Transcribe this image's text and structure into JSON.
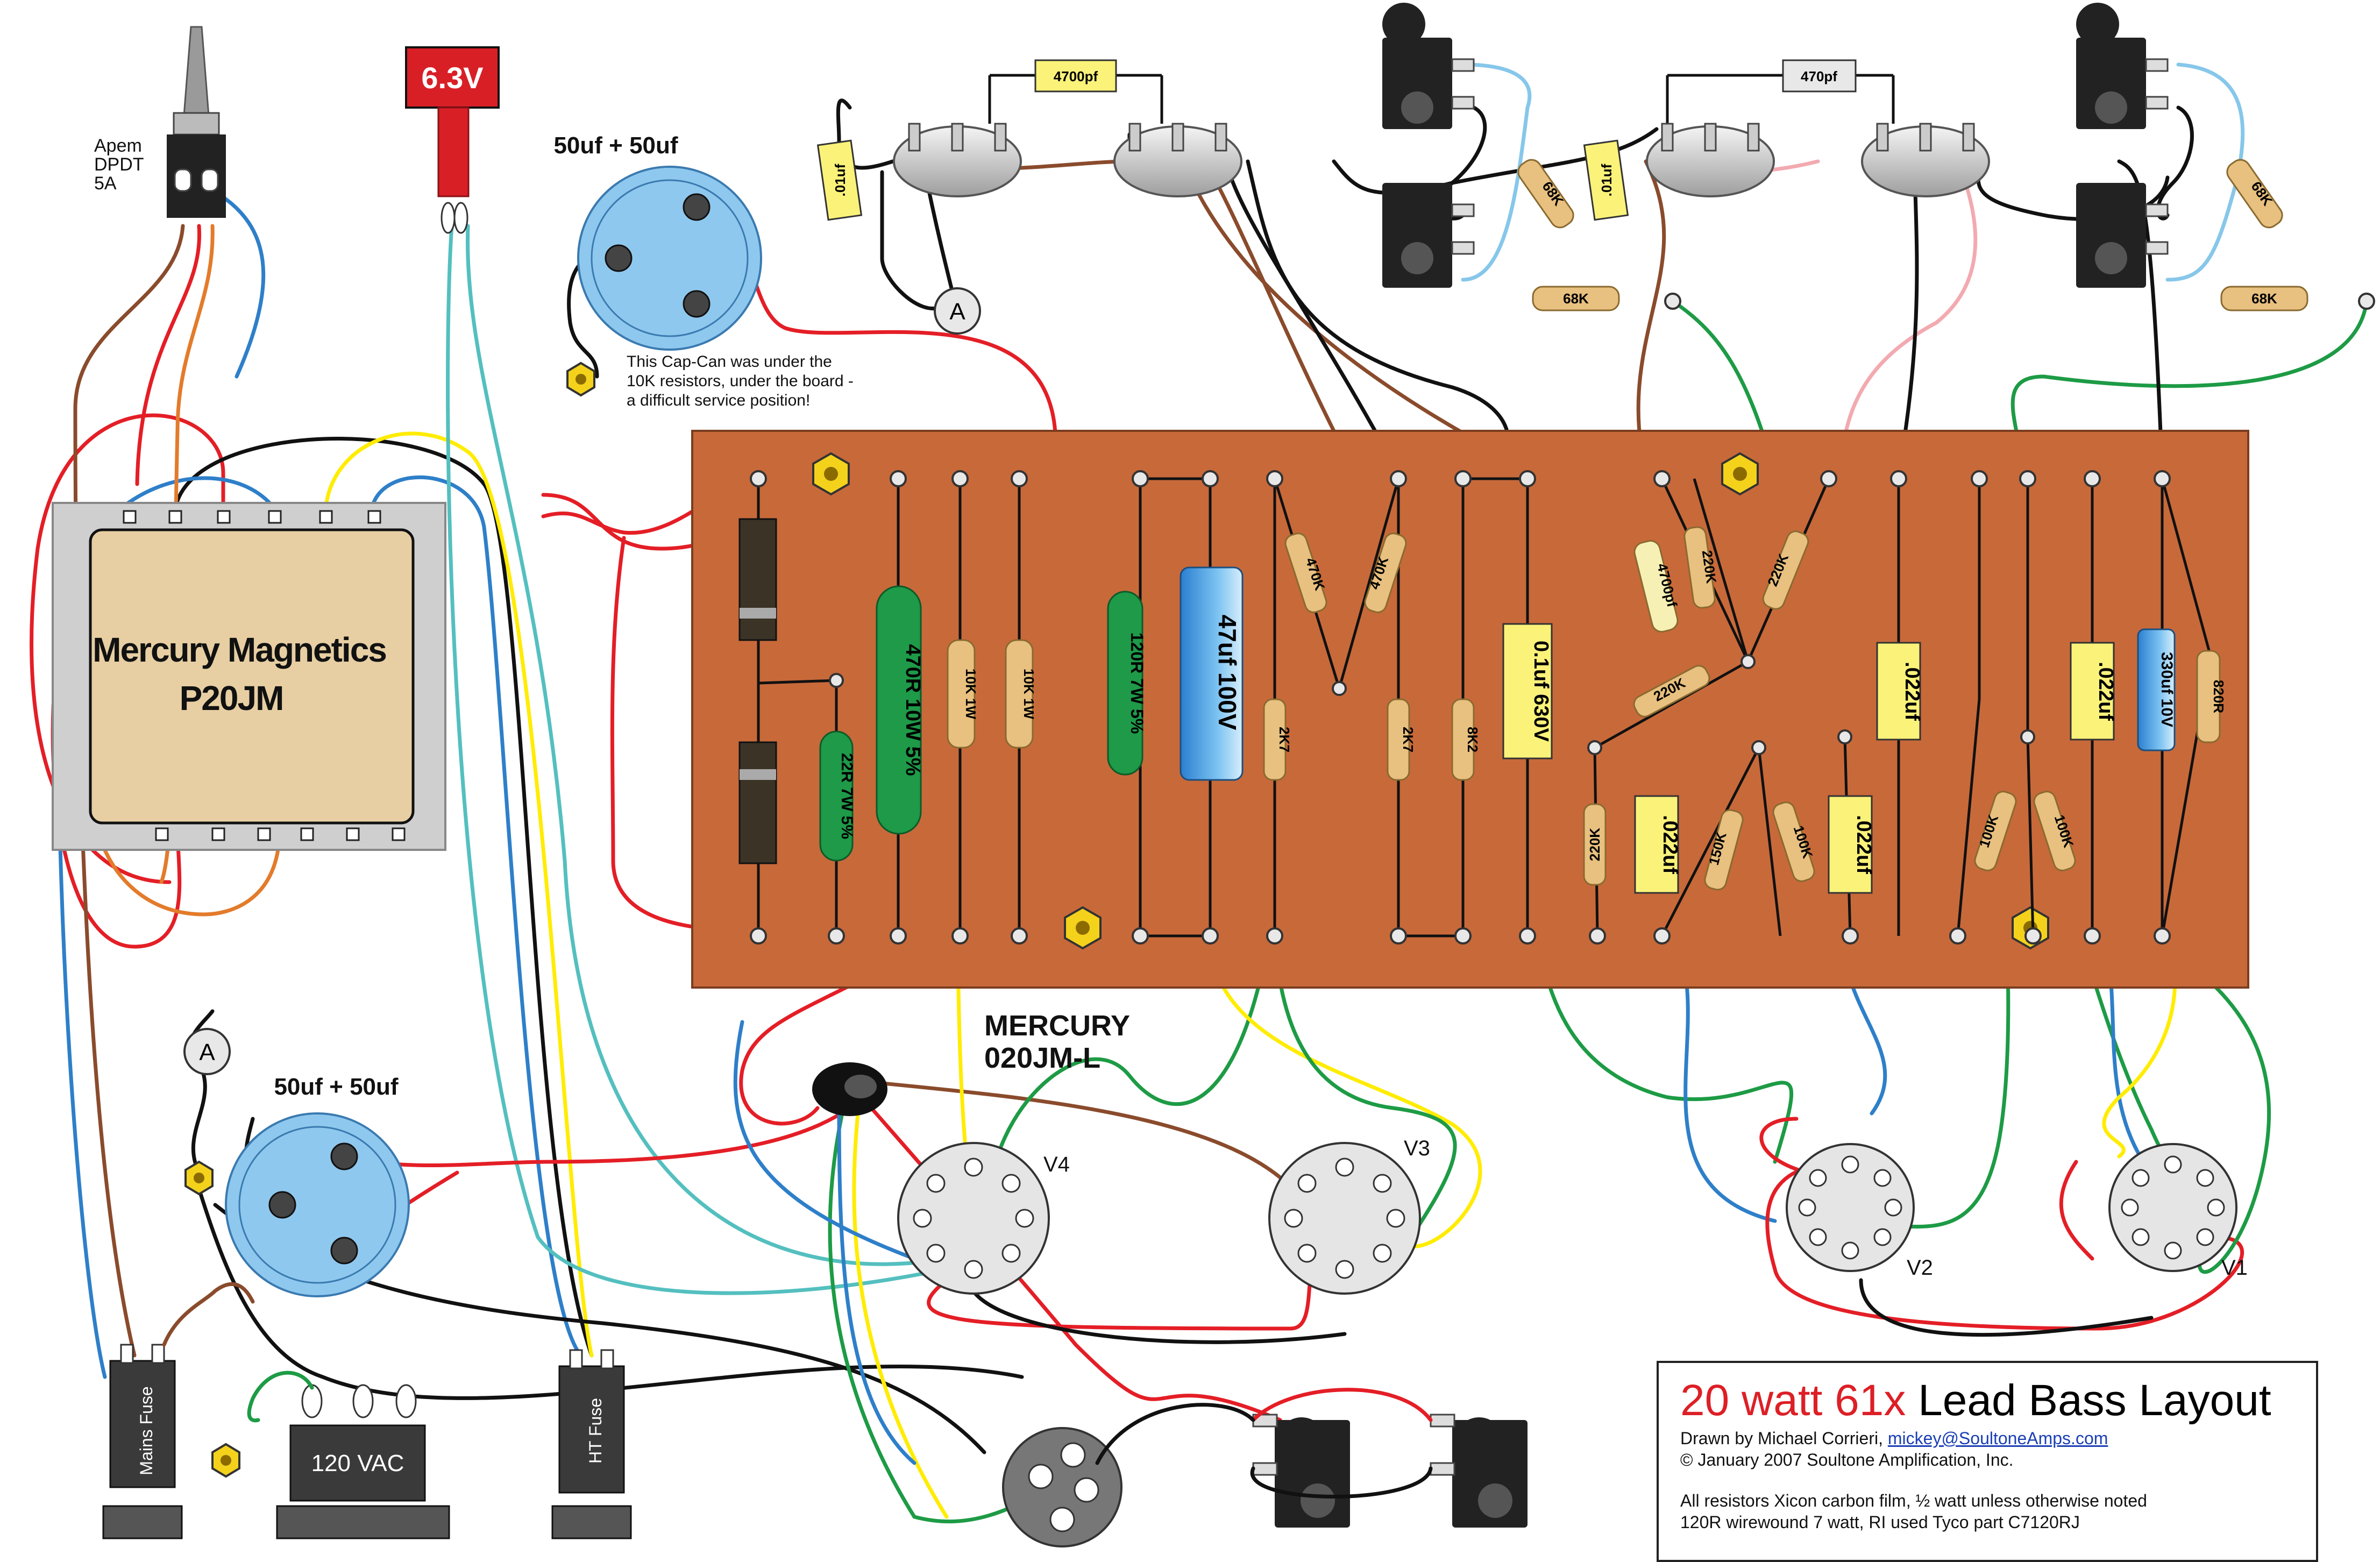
{
  "labels": {
    "switch": [
      "Apem",
      "DPDT",
      "5A"
    ],
    "pilot_voltage": "6.3V",
    "can_value_top": "50uf + 50uf",
    "can_note": [
      "This Cap-Can was under the",
      "10K resistors, under the board -",
      "a difficult service position!"
    ],
    "can_value_bottom": "50uf + 50uf",
    "ground_ref": "A",
    "power_transformer": [
      "Mercury Magnetics",
      "P20JM"
    ],
    "output_transformer": [
      "MERCURY",
      "020JM-L"
    ],
    "tubes": [
      "V4",
      "V3",
      "V2",
      "V1"
    ],
    "mains_fuse": "Mains Fuse",
    "ht_fuse": "HT Fuse",
    "mains_input": "120 VAC"
  },
  "components": {
    "pot_caps": [
      "4700pf",
      "470pf"
    ],
    "bright_caps": [
      ".01uf",
      ".01uf"
    ],
    "mixing_resistors": [
      "68K",
      "68K",
      "68K",
      "68K"
    ],
    "board": {
      "power_resistors": [
        "470R 10W 5%",
        "22R 7W 5%",
        "120R 7W 5%"
      ],
      "resistors_1w": [
        "10K 1W",
        "10K 1W"
      ],
      "filter_cap": "47uf 100V",
      "resistors_small": [
        "470K",
        "470K",
        "2K7",
        "2K7",
        "8K2",
        "4700pf",
        "220K",
        "220K",
        "220K",
        "220K",
        "150K",
        "100K",
        "100K",
        "100K",
        "820R"
      ],
      "coupling_caps": [
        "0.1uf 630V",
        ".022uf",
        ".022uf",
        ".022uf",
        ".022uf"
      ],
      "cathode_cap": "330uf 10V"
    }
  },
  "title_block": {
    "title_part1": "20 watt 61x",
    "title_part2": "Lead Bass Layout",
    "drawn_by": "Drawn by Michael Corrieri, ",
    "email": "mickey@SoultoneAmps.com",
    "copyright": "© January 2007 Soultone Amplification, Inc.",
    "note1": "All resistors Xicon carbon film, ½ watt unless otherwise noted",
    "note2": "120R wirewound 7 watt, RI used Tyco part C7120RJ"
  },
  "colors": {
    "board": "#c8693a",
    "transformer": "#e7cfa3",
    "can": "#8fc8ee",
    "resistor": "#e8c07f",
    "cap_yellow": "#fbf27a",
    "power_resistor": "#1e9a48",
    "wire_red": "#e41e26",
    "wire_black": "#111111",
    "wire_yellow": "#ffec00",
    "wire_blue": "#2e7fc9",
    "wire_green": "#1d9b45",
    "wire_brown": "#8a4b2c",
    "wire_teal": "#54bfbf",
    "wire_pink": "#f2aab0",
    "wire_lightblue": "#86c7ea",
    "wire_lavender": "#a995d2"
  }
}
